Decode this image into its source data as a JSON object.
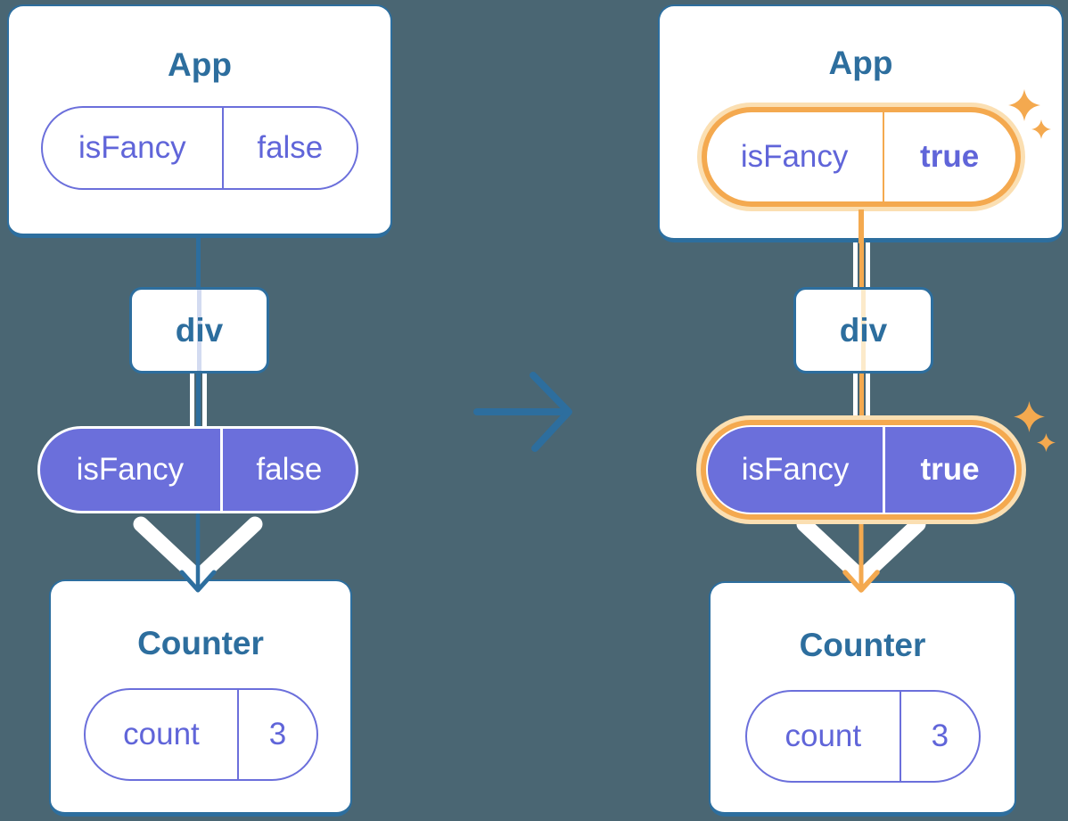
{
  "colors": {
    "background": "#4A6673",
    "blue": "#2D6E9E",
    "purple_fill": "#6B6FDB",
    "purple_text": "#6065D9",
    "orange": "#F4A94F",
    "orange_light": "#FBDFB2",
    "orange_pale": "#FCEACA",
    "lavender": "#D3DBF1"
  },
  "icons": {
    "transition_arrow": "right-arrow-icon",
    "prop_flow_arrow": "down-arrow-icon",
    "highlight": "sparkle-icon"
  },
  "before": {
    "app_card": {
      "title": "App",
      "prop_pill": {
        "key": "isFancy",
        "value": "false"
      }
    },
    "div_node": {
      "label": "div"
    },
    "passed_prop_pill": {
      "key": "isFancy",
      "value": "false"
    },
    "counter_card": {
      "title": "Counter",
      "state_pill": {
        "key": "count",
        "value": "3"
      }
    }
  },
  "after": {
    "app_card": {
      "title": "App",
      "prop_pill": {
        "key": "isFancy",
        "value": "true"
      }
    },
    "div_node": {
      "label": "div"
    },
    "passed_prop_pill": {
      "key": "isFancy",
      "value": "true"
    },
    "counter_card": {
      "title": "Counter",
      "state_pill": {
        "key": "count",
        "value": "3"
      }
    }
  }
}
